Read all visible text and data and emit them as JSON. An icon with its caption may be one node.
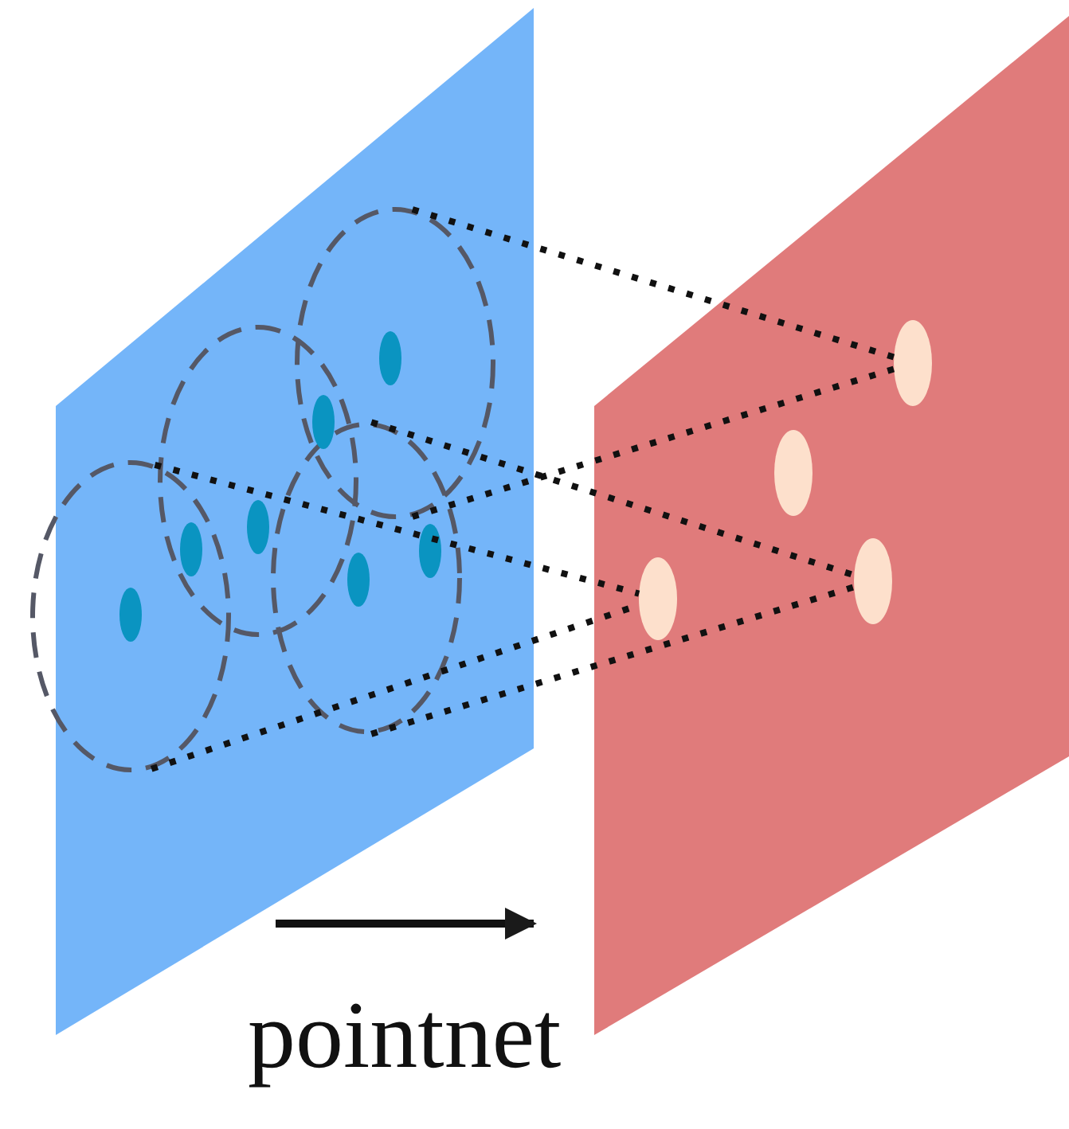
{
  "diagram": {
    "nodes": [
      {
        "text": [],
        "shape": "box"
      },
      {
        "text": [],
        "shape": "circle",
        "in": 0
      },
      {
        "text": [],
        "shape": "circle",
        "in": 0
      },
      {
        "text": [],
        "shape": "circle",
        "in": 0
      },
      {
        "text": [],
        "shape": "circle",
        "in": 0
      },
      {
        "text": [],
        "shape": "circle",
        "in": 1
      },
      {
        "text": [],
        "shape": "circle"
      },
      {
        "text": [],
        "shape": "circle",
        "in": 2
      },
      {
        "text": [],
        "shape": "circle",
        "in": 3
      },
      {
        "text": [],
        "shape": "circle"
      },
      {
        "text": [],
        "shape": "circle",
        "in": 3
      },
      {
        "text": [],
        "shape": "circle",
        "in": 4
      },
      {
        "text": [],
        "shape": "box"
      },
      {
        "text": [],
        "shape": "circle",
        "in": 12
      },
      {
        "text": [],
        "shape": "circle",
        "in": 12
      },
      {
        "text": [],
        "shape": "circle",
        "in": 12
      },
      {
        "text": [],
        "shape": "circle",
        "in": 12
      }
    ],
    "edges": [
      {
        "from": 1,
        "to": 13,
        "arrow": "none",
        "style": "dashed"
      },
      {
        "from": 1,
        "to": 13,
        "arrow": "none",
        "style": "dashed"
      },
      {
        "from": 3,
        "to": 15,
        "arrow": "none",
        "style": "dashed"
      },
      {
        "from": 3,
        "to": 15,
        "arrow": "none",
        "style": "dashed"
      },
      {
        "from": 4,
        "to": 16,
        "arrow": "none",
        "style": "dashed"
      },
      {
        "from": 4,
        "to": 16,
        "arrow": "none",
        "style": "dashed"
      },
      {
        "from": 0,
        "to": 12,
        "arrow": "to",
        "label": "pointnet"
      }
    ]
  }
}
